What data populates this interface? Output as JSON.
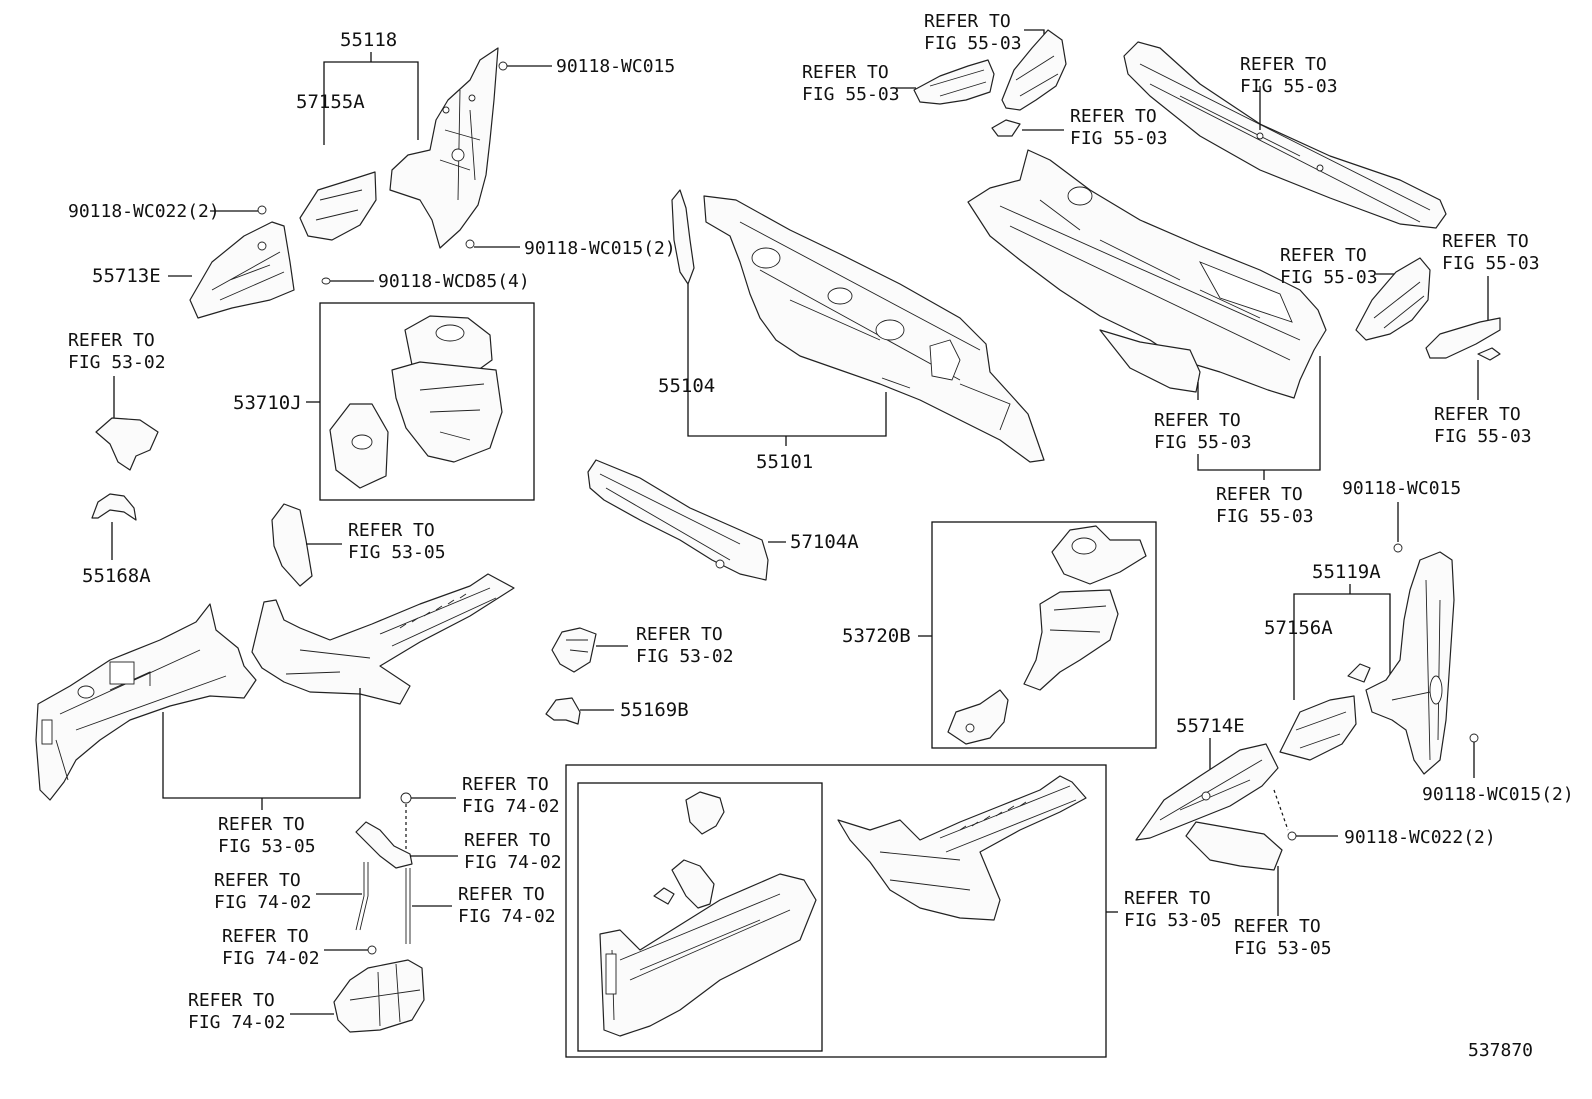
{
  "labels": {
    "p55118": "55118",
    "p57155A": "57155A",
    "b90118_wc015_top": "90118-WC015",
    "b90118_wc022_left": "90118-WC022(2)",
    "b90118_wc015_2_left": "90118-WC015(2)",
    "p55713E": "55713E",
    "b90118_wcd85": "90118-WCD85(4)",
    "p53710J": "53710J",
    "p55168A": "55168A",
    "p55104": "55104",
    "p55101": "55101",
    "p57104A": "57104A",
    "p53720B": "53720B",
    "p55169B": "55169B",
    "b90118_wc015_right": "90118-WC015",
    "p55119A": "55119A",
    "p57156A": "57156A",
    "p55714E": "55714E",
    "b90118_wc015_2_right": "90118-WC015(2)",
    "b90118_wc022_right": "90118-WC022(2)",
    "figure_number": "537870"
  },
  "refer": {
    "r01": {
      "l1": "REFER TO",
      "l2": "FIG 55-03"
    },
    "r02": {
      "l1": "REFER TO",
      "l2": "FIG 55-03"
    },
    "r03": {
      "l1": "REFER TO",
      "l2": "FIG 55-03"
    },
    "r04": {
      "l1": "REFER TO",
      "l2": "FIG 55-03"
    },
    "r05": {
      "l1": "REFER TO",
      "l2": "FIG 55-03"
    },
    "r06": {
      "l1": "REFER TO",
      "l2": "FIG 55-03"
    },
    "r07": {
      "l1": "REFER TO",
      "l2": "FIG 55-03"
    },
    "r08": {
      "l1": "REFER TO",
      "l2": "FIG 55-03"
    },
    "r09": {
      "l1": "REFER TO",
      "l2": "FIG 55-03"
    },
    "r10": {
      "l1": "REFER TO",
      "l2": "FIG 53-02"
    },
    "r11": {
      "l1": "REFER TO",
      "l2": "FIG 53-05"
    },
    "r12": {
      "l1": "REFER TO",
      "l2": "FIG 53-02"
    },
    "r13": {
      "l1": "REFER TO",
      "l2": "FIG 53-05"
    },
    "r14": {
      "l1": "REFER TO",
      "l2": "FIG 74-02"
    },
    "r15": {
      "l1": "REFER TO",
      "l2": "FIG 74-02"
    },
    "r16": {
      "l1": "REFER TO",
      "l2": "FIG 74-02"
    },
    "r17": {
      "l1": "REFER TO",
      "l2": "FIG 74-02"
    },
    "r18": {
      "l1": "REFER TO",
      "l2": "FIG 74-02"
    },
    "r19": {
      "l1": "REFER TO",
      "l2": "FIG 74-02"
    },
    "r20": {
      "l1": "REFER TO",
      "l2": "FIG 53-05"
    },
    "r21": {
      "l1": "REFER TO",
      "l2": "FIG 53-05"
    }
  }
}
